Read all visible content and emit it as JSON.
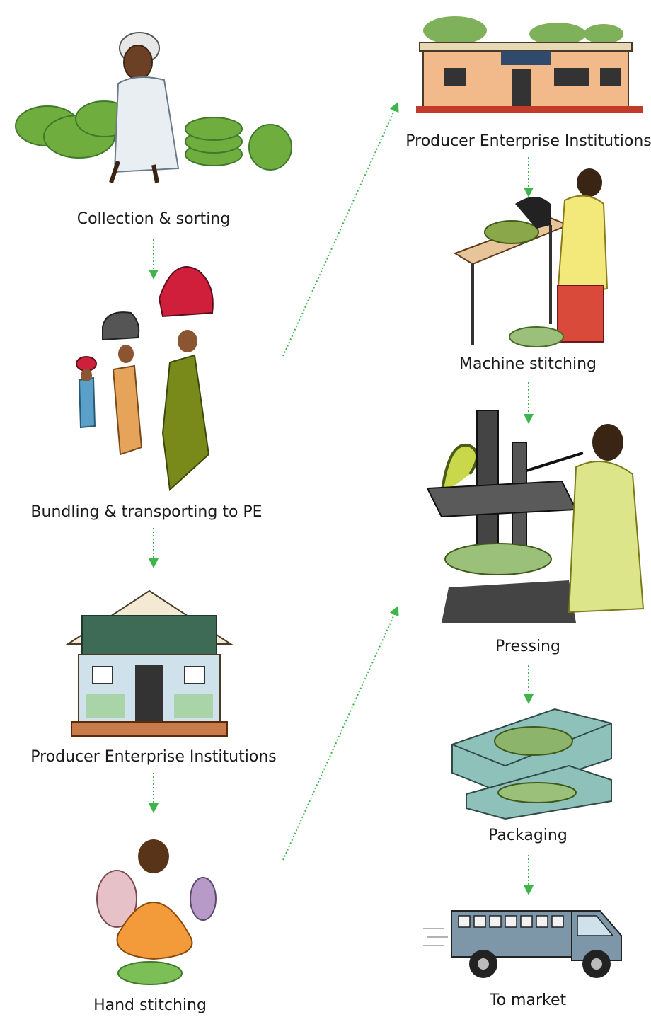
{
  "colors": {
    "arrow": "#3db54a",
    "leaf": "#6fae3e",
    "leaf_dark": "#3f7a2a",
    "wall": "#f2b98a",
    "box": "#8fc1bb",
    "truck": "#7d96a8"
  },
  "steps": {
    "collection": "Collection & sorting",
    "bundling": "Bundling & transporting to PE",
    "pe_left": "Producer Enterprise Institutions",
    "hand": "Hand stitching",
    "pe_right": "Producer Enterprise Institutions",
    "machine": "Machine stitching",
    "pressing": "Pressing",
    "packaging": "Packaging",
    "market": "To market"
  },
  "illustrations": [
    "woman-sorting-leaves",
    "people-carrying-bundles",
    "institution-building-green-sign",
    "women-hand-stitching",
    "institution-building-orange",
    "woman-machine-stitching",
    "woman-pressing-machine",
    "packaging-box",
    "delivery-truck"
  ]
}
